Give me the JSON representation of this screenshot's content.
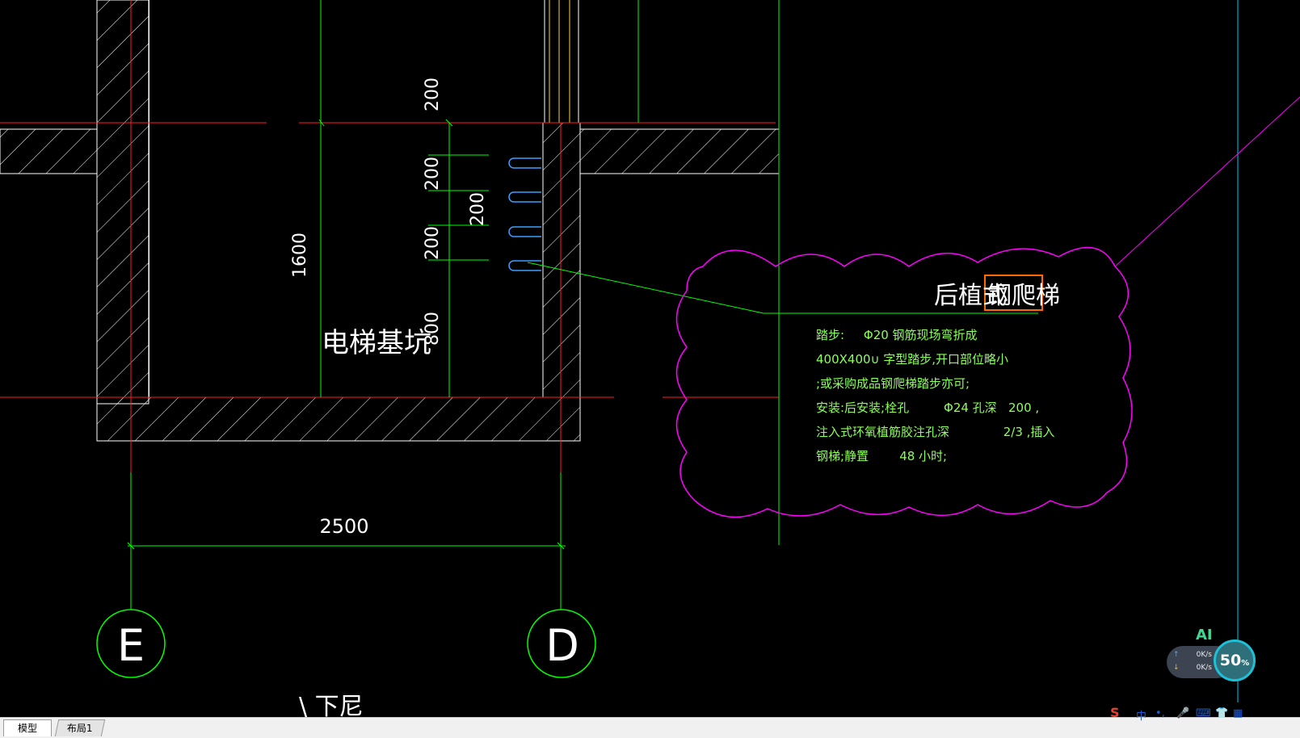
{
  "drawing": {
    "pit_label": "电梯基坑",
    "dims": {
      "width_bottom": "2500",
      "height_total": "1600",
      "bottom_gap": "800",
      "top": "200",
      "step_a": "200",
      "step_b": "200",
      "step_c": "200"
    },
    "grid_axes": [
      "E",
      "D"
    ],
    "callout": {
      "title_plain": "后植式",
      "title_highlight": "钢爬梯",
      "lines": [
        "踏步:     Φ20 钢筋现场弯折成",
        "400X400∪ 字型踏步,开口部位略小",
        ";或采购成品钢爬梯踏步亦可;",
        "安装:后安装;栓孔         Φ24 孔深   200 ,",
        "注入式环氧植筋胶注孔深              2/3 ,插入",
        "钢梯;静置        48 小时;"
      ]
    },
    "partial_text": "\\ 下尼"
  },
  "tabs": {
    "model": "模型",
    "layout1": "布局1"
  },
  "network_widget": {
    "ai": "AI",
    "upload": "0K/s",
    "download": "0K/s",
    "percent": "50",
    "percent_unit": "%"
  },
  "tray": {
    "ime_logo": "S",
    "ime_mode": "中"
  },
  "colors": {
    "dim_line": "#00ff00",
    "axis_red": "#ff2020",
    "wall": "#ffffff",
    "cloud": "#ff00ff",
    "cyan": "#00c8ff",
    "highlight": "#ff6a00"
  }
}
